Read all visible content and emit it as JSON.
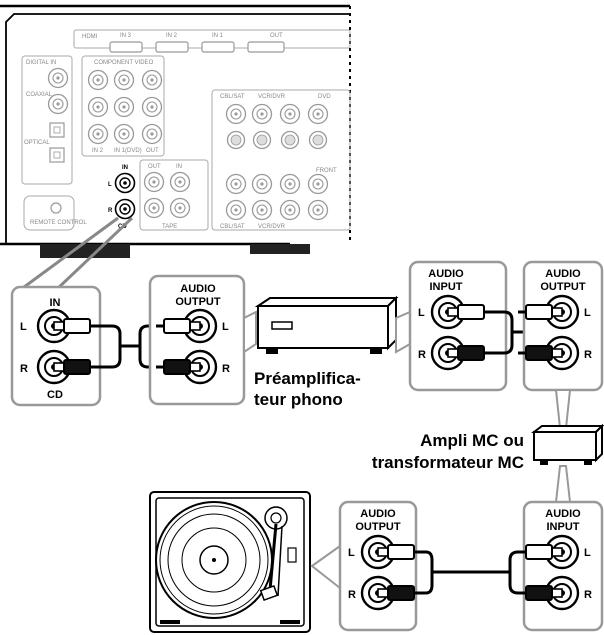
{
  "receiver": {
    "hdmi_label": "HDMI",
    "hdmi_inputs": [
      "IN 3",
      "IN 2",
      "IN 1"
    ],
    "hdmi_out": "OUT",
    "digital_in": "DIGITAL IN",
    "coaxial": "COAXIAL",
    "optical": "OPTICAL",
    "component_video": "COMPONENT VIDEO",
    "comp_in2": "IN 2",
    "comp_in1": "IN 1(DVD)",
    "comp_out": "OUT",
    "cbl_sat": "CBL/SAT",
    "vcr_dvr": "VCR/DVR",
    "dvd": "DVD",
    "front": "FRONT",
    "in_label": "IN",
    "out_label": "OUT",
    "tape": "TAPE",
    "remote": "REMOTE CONTROL",
    "cd_in": "IN",
    "cd_l": "L",
    "cd_r": "R",
    "cd": "CD"
  },
  "cd_zoom": {
    "title": "IN",
    "l": "L",
    "r": "R",
    "footer": "CD"
  },
  "box_a": {
    "title1": "AUDIO",
    "title2": "OUTPUT",
    "l": "L",
    "r": "R"
  },
  "preamp_label": [
    "Préamplifica-",
    "teur phono"
  ],
  "preamp_in": {
    "title1": "AUDIO",
    "title2": "INPUT",
    "l": "L",
    "r": "R"
  },
  "preamp_out": {
    "title1": "AUDIO",
    "title2": "OUTPUT",
    "l": "L",
    "r": "R"
  },
  "mc_label": [
    "Ampli MC ou",
    "transformateur MC"
  ],
  "tt_out": {
    "title1": "AUDIO",
    "title2": "OUTPUT",
    "l": "L",
    "r": "R"
  },
  "mc_in": {
    "title1": "AUDIO",
    "title2": "INPUT",
    "l": "L",
    "r": "R"
  }
}
